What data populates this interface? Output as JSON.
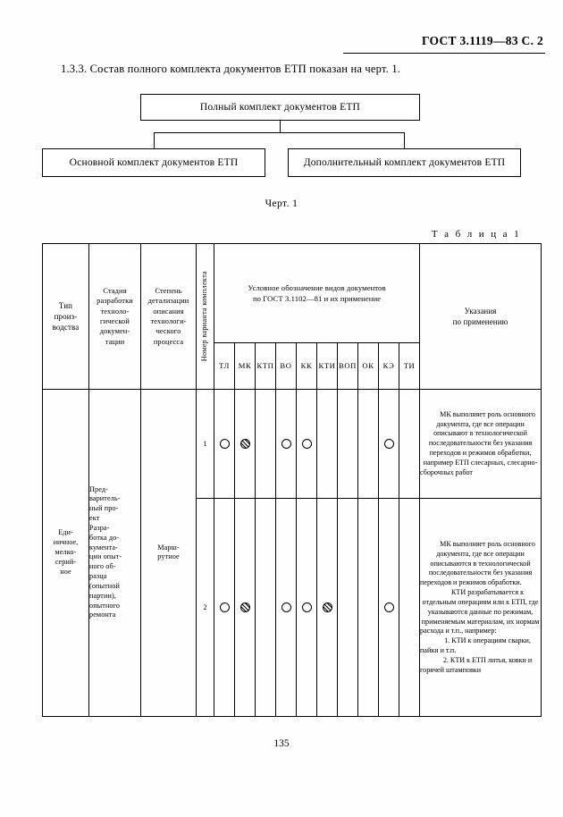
{
  "header": {
    "standard_ref": "ГОСТ 3.1119—83 С. 2"
  },
  "intro": {
    "text": "1.3.3.  Состав полного комплекта документов ЕТП показан на черт.  1."
  },
  "diagram": {
    "full_set": "Полный комплект документов ЕТП",
    "main_set": "Основной комплект документов ЕТП",
    "additional_set": "Дополнительный комплект документов ЕТП",
    "caption": "Черт.  1"
  },
  "table": {
    "caption": "Т а б л и ц а  1",
    "headers": {
      "production_type": "Тип\nпроиз-\nводства",
      "development_stage": "Стадия\nразработки\nтехноло-\nгической\nдокумен-\nтации",
      "detail_degree": "Степень\nдетализации\nописания\nтехнологи-\nческого\nпроцесса",
      "variant_number": "Номер варианта комплекта",
      "documents_group": "Условное обозначение видов документов\nпо ГОСТ  3.1102—81 и их применение",
      "instructions": "Указания\nпо применению",
      "doc_codes": [
        "ТЛ",
        "МК",
        "КТП",
        "ВО",
        "КК",
        "КТИ",
        "ВОП",
        "ОК",
        "КЭ",
        "ТИ"
      ]
    },
    "row_group": {
      "production_type": "Еди-\nничное,\nмелко-\nсерий-\nное",
      "development_stage": "Пред-\nваритель-\nный про-\nект\nРазра-\nботка до-\nкумента-\nции опыт-\nного об-\nразца\n(опытной\nпартии),\nопытного\nремонта",
      "detail_degree": "Марш-\nрутное"
    },
    "rows": [
      {
        "variant": "1",
        "marks": [
          "open",
          "hatched",
          "none",
          "open",
          "open",
          "none",
          "none",
          "none",
          "open",
          "none"
        ],
        "notes": [
          "МК       выполняет роль основного документа, где все операции описывают в технологической последовательности без указания переходов и режимов обработки, например ЕТП слесарных, слесарно-сборочных работ"
        ]
      },
      {
        "variant": "2",
        "marks": [
          "open",
          "hatched",
          "none",
          "open",
          "open",
          "hatched",
          "none",
          "none",
          "open",
          "none"
        ],
        "notes": [
          "МК выполняет роль основного документа, где все операции описываются в технологической последовательности без указания переходов и режимов обработки.",
          "КТИ разрабатывается к отдельным операциям или к ЕТП, где указываются данные по режимам, применяемым материалам, их нормам расхода и т.п., например:",
          "1. КТИ к операциям сварки, пайки и т.п.",
          "2. КТИ к ЕТП литья, ковки и горячей штамповки"
        ]
      }
    ]
  },
  "footer": {
    "page_number": "135"
  }
}
